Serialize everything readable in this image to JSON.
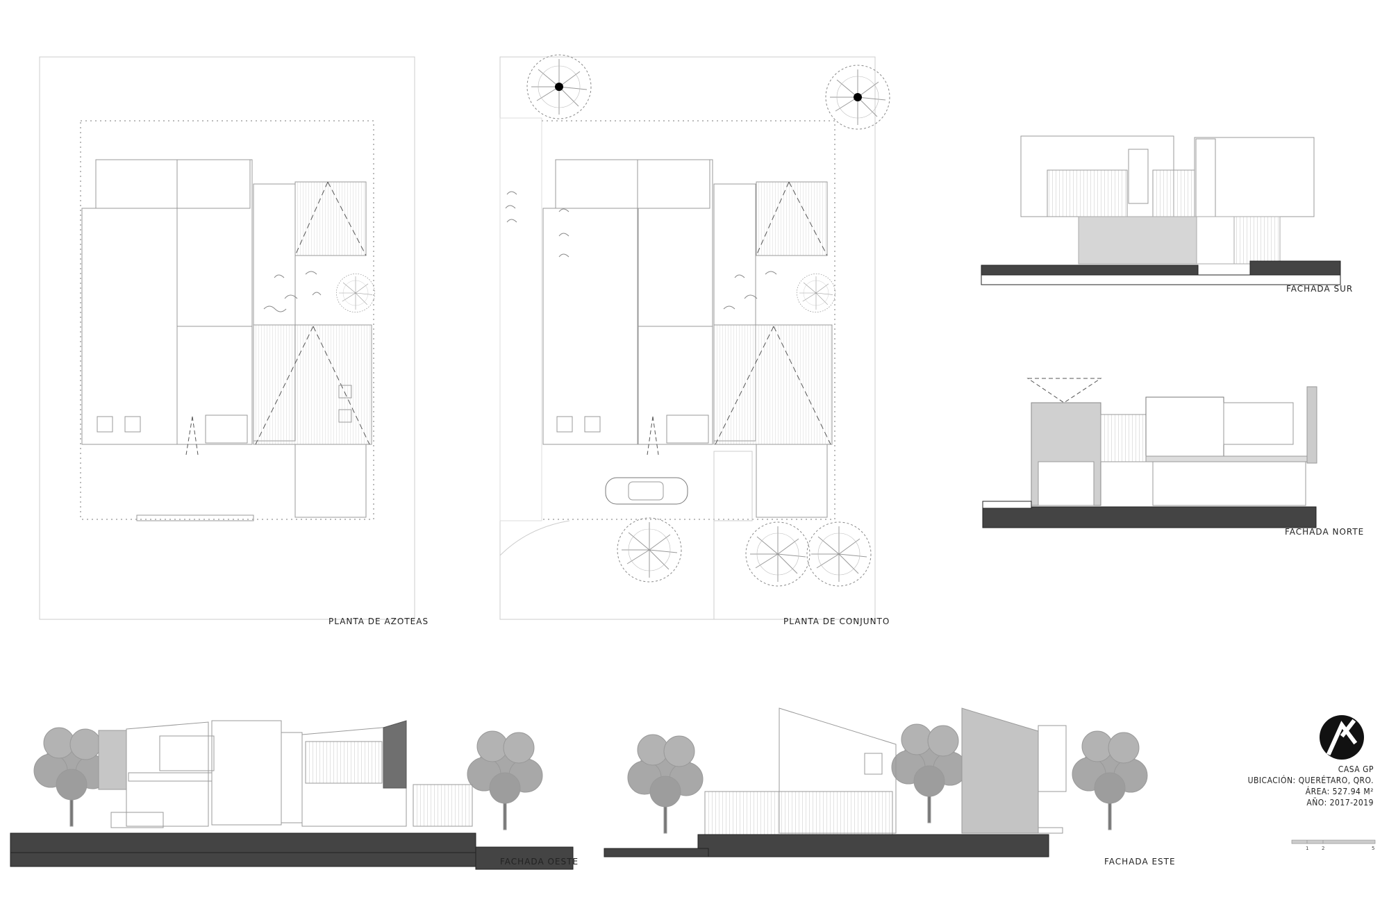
{
  "drawings": {
    "planta_azoteas": "PLANTA DE AZOTEAS",
    "planta_conjunto": "PLANTA DE CONJUNTO",
    "fachada_sur": "FACHADA SUR",
    "fachada_norte": "FACHADA NORTE",
    "fachada_oeste": "FACHADA OESTE",
    "fachada_este": "FACHADA ESTE"
  },
  "project": {
    "name": "CASA GP",
    "location": "UBICACIÓN: QUERÉTARO, QRO.",
    "area": "ÁREA: 527.94 M²",
    "year": "AÑO: 2017-2019"
  },
  "scale_bar": {
    "marks": [
      "1",
      "2",
      "5"
    ]
  },
  "icons": {
    "logo": "studio-logo-icon"
  }
}
